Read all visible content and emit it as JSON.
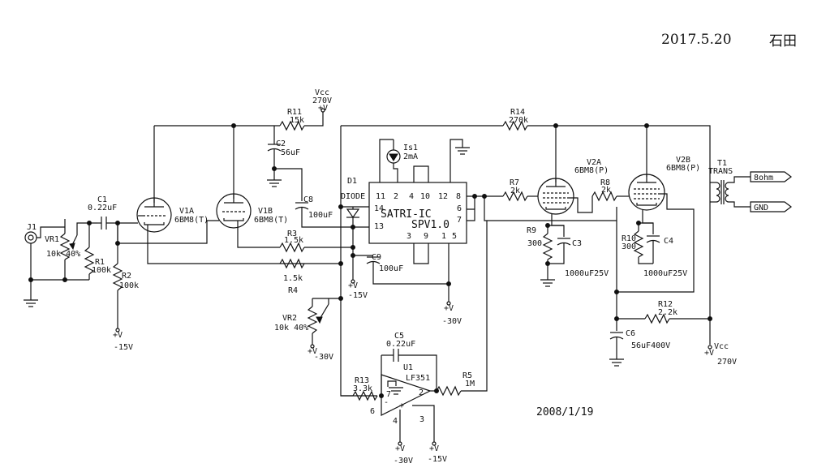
{
  "header": {
    "date_note": "2017.5.20",
    "author_note": "石田"
  },
  "footer": {
    "date": "2008/1/19"
  },
  "components": {
    "J1": {
      "ref": "J1"
    },
    "VR1": {
      "ref": "VR1",
      "value": "10k 40%"
    },
    "C1": {
      "ref": "C1",
      "value": "0.22uF"
    },
    "R1": {
      "ref": "R1",
      "value": "100k"
    },
    "R2": {
      "ref": "R2",
      "value": "100k"
    },
    "V1A": {
      "ref": "V1A",
      "value": "6BM8(T)"
    },
    "V1B": {
      "ref": "V1B",
      "value": "6BM8(T)"
    },
    "R11": {
      "ref": "R11",
      "value": "15k"
    },
    "C2": {
      "ref": "C2",
      "value": "56uF"
    },
    "C8": {
      "ref": "C8",
      "value": "100uF"
    },
    "R3": {
      "ref": "R3",
      "value": "1.5k"
    },
    "R4": {
      "ref": "R4",
      "value": "1.5k"
    },
    "D1": {
      "ref": "D1",
      "value": "DIODE"
    },
    "C9": {
      "ref": "C9",
      "value": "100uF"
    },
    "VR2": {
      "ref": "VR2",
      "value": "10k 40%"
    },
    "IC": {
      "name": "SATRI-IC",
      "version": "SPV1.0"
    },
    "Is1": {
      "ref": "Is1",
      "value": "2mA"
    },
    "R14": {
      "ref": "R14",
      "value": "270k"
    },
    "R7": {
      "ref": "R7",
      "value": "2k"
    },
    "R8": {
      "ref": "R8",
      "value": "2k"
    },
    "V2A": {
      "ref": "V2A",
      "value": "6BM8(P)"
    },
    "V2B": {
      "ref": "V2B",
      "value": "6BM8(P)"
    },
    "R9": {
      "ref": "R9",
      "value": "300"
    },
    "R10": {
      "ref": "R10",
      "value": "300"
    },
    "C3": {
      "ref": "C3",
      "value": "1000uF25V"
    },
    "C4": {
      "ref": "C4",
      "value": "1000uF25V"
    },
    "T1": {
      "ref": "T1",
      "value": "TRANS"
    },
    "R12": {
      "ref": "R12",
      "value": "2.2k"
    },
    "C6": {
      "ref": "C6",
      "value": "56uF400V"
    },
    "C5": {
      "ref": "C5",
      "value": "0.22uF"
    },
    "U1": {
      "ref": "U1",
      "value": "LF351"
    },
    "R13": {
      "ref": "R13",
      "value": "3.3k"
    },
    "R5": {
      "ref": "R5",
      "value": "1M"
    }
  },
  "ic_pins": {
    "p11": "11",
    "p2": "2",
    "p4": "4",
    "p10": "10",
    "p12": "12",
    "p8": "8",
    "p14": "14",
    "p13": "13",
    "p6": "6",
    "p7": "7",
    "p3": "3",
    "p9": "9",
    "p1": "1",
    "p5": "5"
  },
  "opamp_pins": {
    "p7": "7",
    "p2": "2",
    "p6": "6",
    "p4": "4",
    "p3": "3",
    "minus": "-",
    "plus": "+"
  },
  "power_labels": {
    "vcc_top_name": "Vcc",
    "vcc_top_value": "270V",
    "vcc_right_name": "Vcc",
    "vcc_right_value": "270V",
    "m15_r2": "-15V",
    "m15_d1": "-15V",
    "m30_ic": "-30V",
    "m30_vr2": "-30V",
    "m30_u1": "-30V",
    "m15_u1": "-15V",
    "plus": "+V"
  },
  "outputs": {
    "speaker": "8ohm",
    "ground": "GND"
  }
}
